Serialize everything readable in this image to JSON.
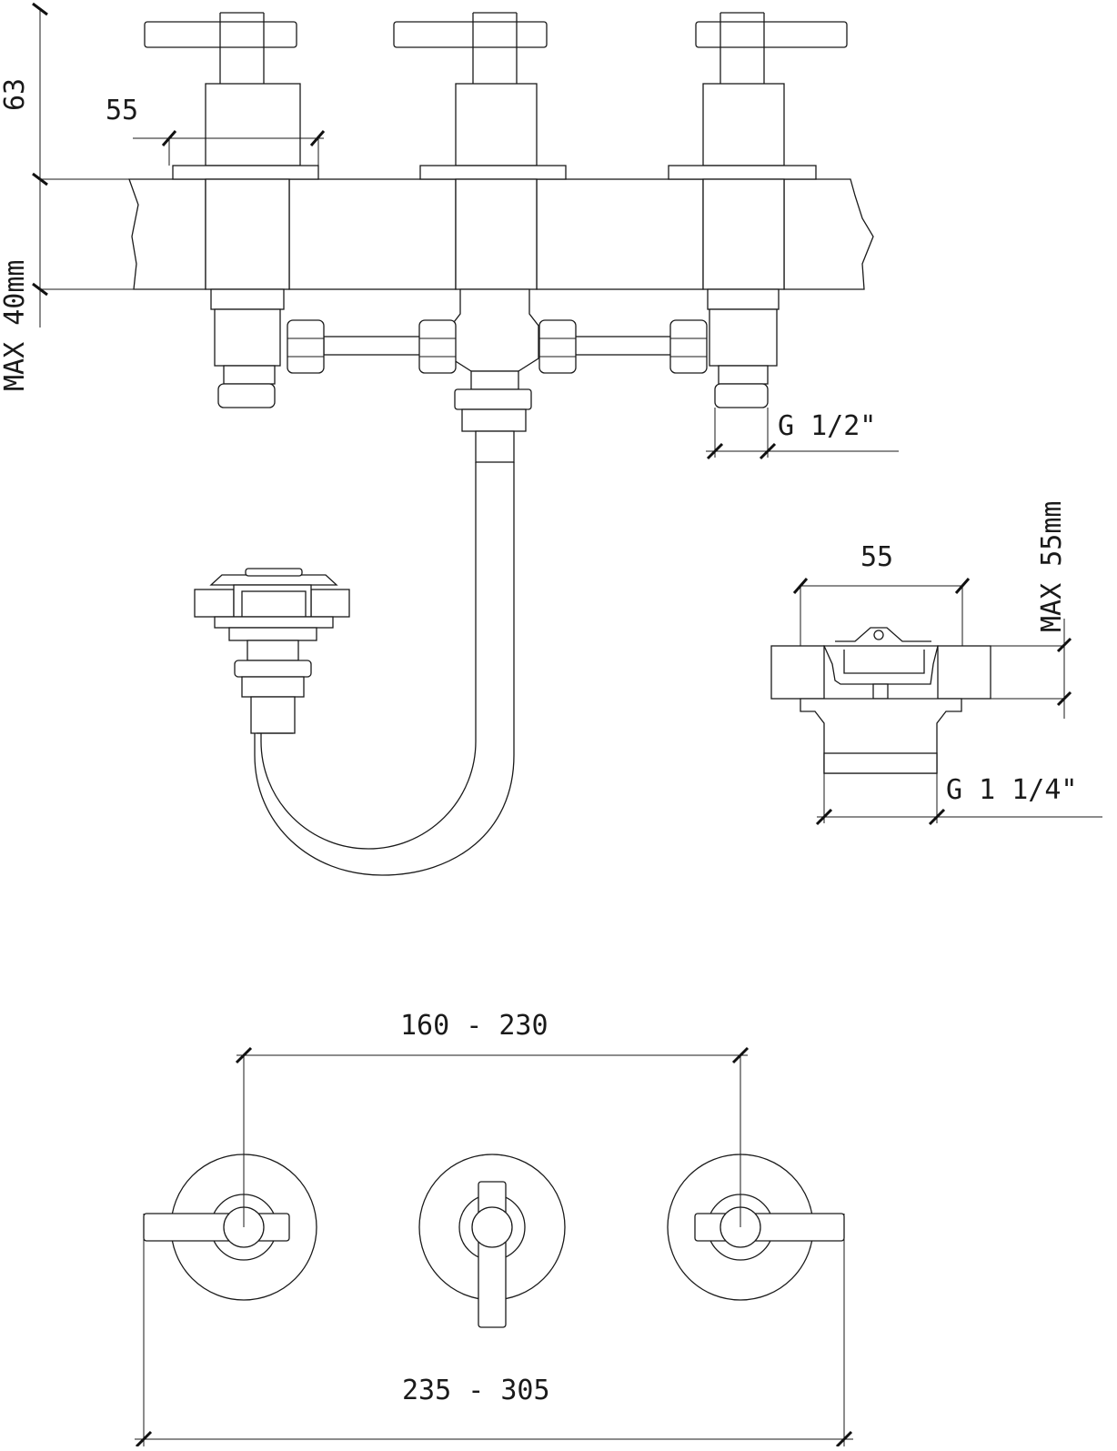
{
  "dimensions": {
    "handle_height": "63",
    "deck_max_thickness": "MAX  40mm",
    "flange_diameter_top": "55",
    "inlet_thread": "G 1/2\"",
    "drain_flange_diameter": "55",
    "drain_max_thickness": "MAX  55mm",
    "drain_thread": "G 1 1/4\"",
    "handle_centers": "160  -  230",
    "overall_width": "235  -  305"
  },
  "colors": {
    "line": "#1a1a1a",
    "background": "#ffffff"
  }
}
